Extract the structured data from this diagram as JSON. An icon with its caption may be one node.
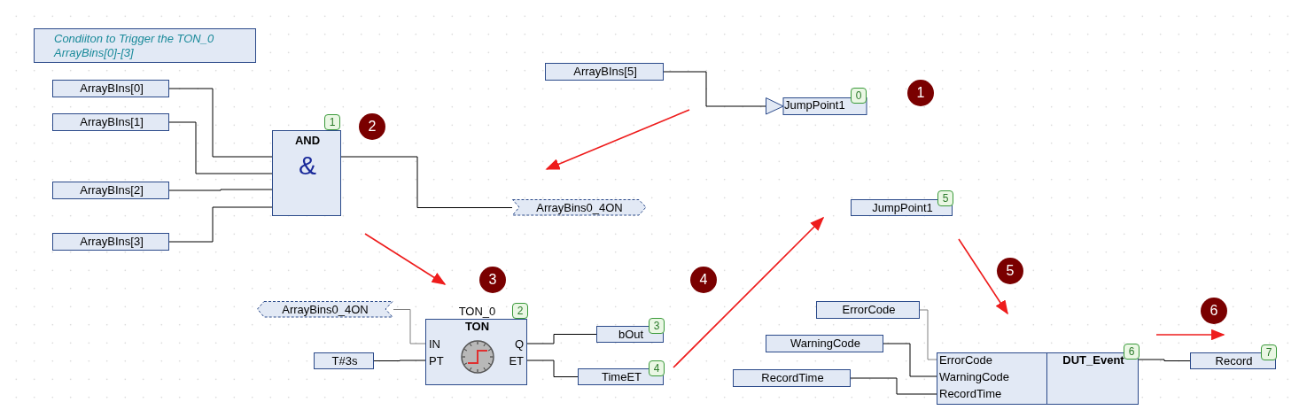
{
  "diagram": {
    "nodes": [
      {
        "text": [
          "Condiiton to Trigger the TON_0 ArrayBins[0]-[3]"
        ]
      },
      {
        "text": [
          "ArrayBIns[0]"
        ]
      },
      {
        "text": [
          "ArrayBIns[1]"
        ]
      },
      {
        "text": [
          "ArrayBIns[2]"
        ]
      },
      {
        "text": [
          "ArrayBIns[3]"
        ]
      },
      {
        "text": [
          "AND",
          "&"
        ],
        "beside": [
          "1"
        ]
      },
      {
        "text": [
          "ArrayBins0_4ON"
        ]
      },
      {
        "text": [
          "ArrayBIns[5]"
        ]
      },
      {
        "text": [
          "JumpPoint1"
        ],
        "beside": [
          "0"
        ]
      },
      {
        "text": [
          "JumpPoint1"
        ],
        "beside": [
          "5"
        ]
      },
      {
        "text": [
          "ArrayBins0_4ON"
        ]
      },
      {
        "text": [
          "T#3s"
        ]
      },
      {
        "text": [
          "TON_0",
          "TON",
          "IN",
          "PT",
          "Q",
          "ET"
        ],
        "beside": [
          "2"
        ]
      },
      {
        "text": [
          "bOut"
        ],
        "beside": [
          "3"
        ]
      },
      {
        "text": [
          "TimeET"
        ],
        "beside": [
          "4"
        ]
      },
      {
        "text": [
          "ErrorCode"
        ]
      },
      {
        "text": [
          "WarningCode"
        ]
      },
      {
        "text": [
          "RecordTime"
        ]
      },
      {
        "text": [
          "ErrorCode",
          "WarningCode",
          "RecordTime",
          "DUT_Event"
        ],
        "beside": [
          "6"
        ]
      },
      {
        "text": [
          "Record"
        ],
        "beside": [
          "7"
        ]
      }
    ],
    "edges": [
      {
        "from": 1,
        "to": 5,
        "arrow": "none"
      },
      {
        "from": 2,
        "to": 5,
        "arrow": "none"
      },
      {
        "from": 3,
        "to": 5,
        "arrow": "none"
      },
      {
        "from": 4,
        "to": 5,
        "arrow": "none"
      },
      {
        "from": 5,
        "to": 6,
        "arrow": "none"
      },
      {
        "from": 7,
        "to": 8,
        "arrow": "none"
      },
      {
        "from": 10,
        "to": 12,
        "arrow": "none",
        "color": "#808080"
      },
      {
        "from": 11,
        "to": 12,
        "arrow": "none"
      },
      {
        "from": 12,
        "to": 13,
        "arrow": "none"
      },
      {
        "from": 12,
        "to": 14,
        "arrow": "none"
      },
      {
        "from": 15,
        "to": 18,
        "arrow": "none",
        "color": "#808080"
      },
      {
        "from": 16,
        "to": 18,
        "arrow": "none"
      },
      {
        "from": 17,
        "to": 18,
        "arrow": "none"
      },
      {
        "from": 18,
        "to": 19,
        "arrow": "none"
      }
    ],
    "labels": [
      "1",
      "2",
      "3",
      "4",
      "5",
      "6"
    ]
  }
}
